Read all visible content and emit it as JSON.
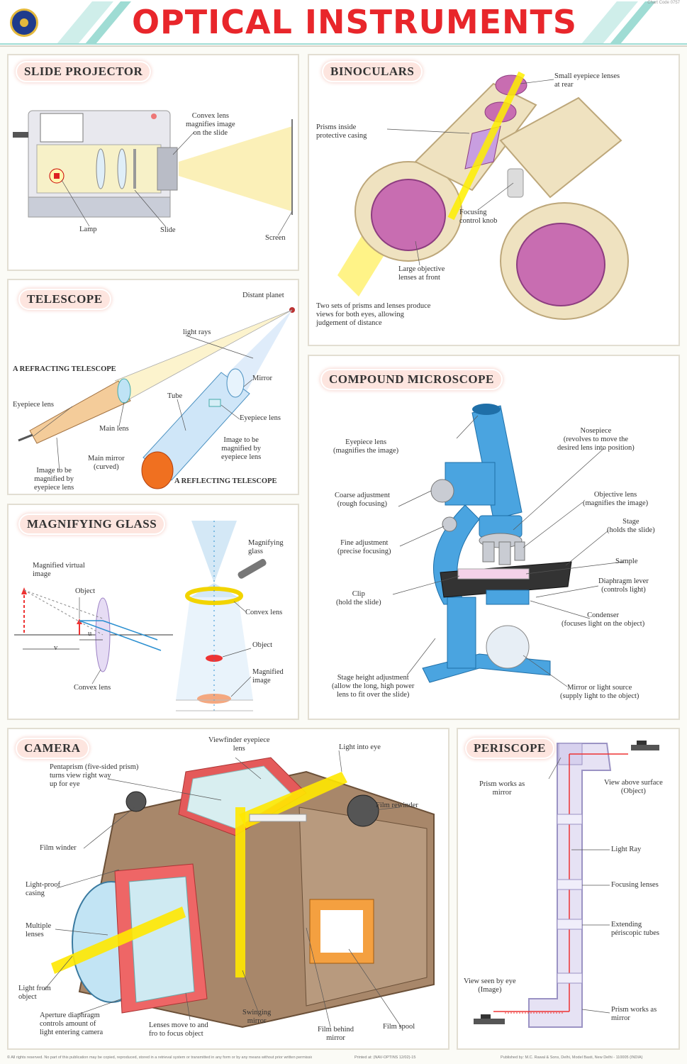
{
  "header": {
    "title": "OPTICAL INSTRUMENTS",
    "chart_code": "Chart Code 0757"
  },
  "slide_projector": {
    "title": "SLIDE PROJECTOR",
    "convex": "Convex lens\nmagnifies image\non the slide",
    "lamp": "Lamp",
    "slide": "Slide",
    "screen": "Screen"
  },
  "binoculars": {
    "title": "BINOCULARS",
    "eyepiece": "Small eyepiece lenses\nat rear",
    "prisms": "Prisms inside\nprotective casing",
    "knob": "Focusing\ncontrol knob",
    "objective": "Large objective\nlenses at front",
    "desc": "Two sets of prisms and lenses produce\nviews for both eyes, allowing\njudgement of distance"
  },
  "telescope": {
    "title": "TELESCOPE",
    "planet": "Distant planet",
    "rays": "light rays",
    "refracting": "A REFRACTING TELESCOPE",
    "eyepiece1": "Eyepiece lens",
    "main_lens": "Main lens",
    "tube": "Tube",
    "mirror": "Mirror",
    "eyepiece2": "Eyepiece lens",
    "image2": "Image to be\nmagnified by\neyepiece lens",
    "main_mirror": "Main mirror\n(curved)",
    "image1": "Image to be\nmagnified by\neyepiece lens",
    "reflecting": "A REFLECTING TELESCOPE"
  },
  "magnifying": {
    "title": "MAGNIFYING GLASS",
    "virtual": "Magnified virtual\nimage",
    "object": "Object",
    "u": "u",
    "v": "v",
    "convex": "Convex lens",
    "glass": "Magnifying\nglass",
    "convex2": "Convex lens",
    "object2": "Object",
    "image": "Magnified\nimage"
  },
  "microscope": {
    "title": "COMPOUND MICROSCOPE",
    "eyepiece": "Eyepiece lens\n(magnifies the image)",
    "nosepiece": "Nosepiece\n(revolves to move the\ndesired lens into position)",
    "coarse": "Coarse adjustment\n(rough focusing)",
    "objective": "Objective lens\n(magnifies the image)",
    "stage": "Stage\n(holds the slide)",
    "fine": "Fine adjustment\n(precise focusing)",
    "sample": "Sample",
    "diaphragm": "Diaphragm lever\n(controls light)",
    "clip": "Clip\n(hold the slide)",
    "condenser": "Condenser\n(focuses light on the object)",
    "stage_height": "Stage height adjustment\n(allow the long, high power\nlens to fit over the slide)",
    "mirror": "Mirror or light source\n(supply light to the object)"
  },
  "camera": {
    "title": "CAMERA",
    "viewfinder": "Viewfinder eyepiece\nlens",
    "light_eye": "Light into eye",
    "pentaprism": "Pentaprism (five-sided prism)\nturns view right way\nup for eye",
    "rewinder": "Film rewinder",
    "winder": "Film winder",
    "casing": "Light-proof\ncasing",
    "lenses": "Multiple\nlenses",
    "light_obj": "Light from\nobject",
    "aperture": "Aperture diaphragm\ncontrols amount of\nlight entering camera",
    "focus": "Lenses move to and\nfro to focus object",
    "swinging": "Swinging\nmirror",
    "film_behind": "Film behind\nmirror",
    "spool": "Film spool"
  },
  "periscope": {
    "title": "PERISCOPE",
    "prism_top": "Prism works as\nmirror",
    "view_above": "View above surface\n(Object)",
    "ray": "Light Ray",
    "focusing": "Focusing lenses",
    "extending": "Extending\npériscopic tubes",
    "view_eye": "View seen by eye\n(Image)",
    "prism_bottom": "Prism works as\nmirror"
  },
  "footer": {
    "left": "© All rights reserved. No part of this publication may be copied, reproduced, stored in a retrieval system or transmitted in any form or by any means without prior written permission of the publisher.",
    "mid": "Printed at: (NAV-OPTINS 12/02)-15",
    "right": "Published by: M.C. Rawal & Sons, Delhi, Model Basti, New Delhi - 110005 (INDIA)"
  }
}
